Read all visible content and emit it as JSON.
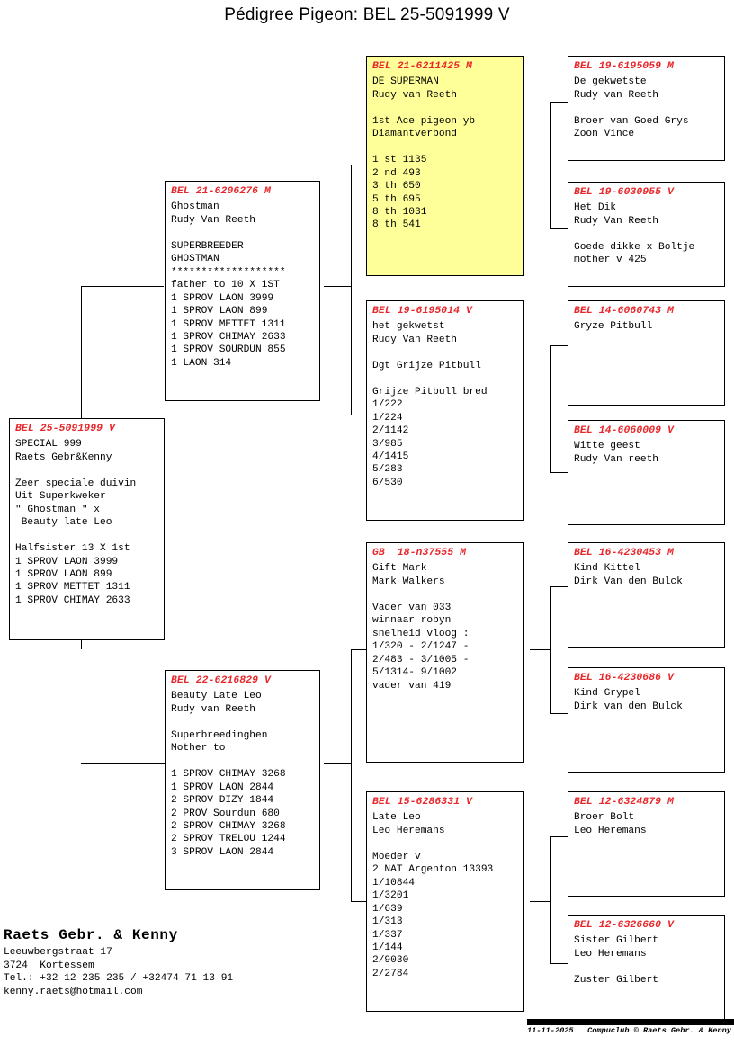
{
  "title": "Pédigree Pigeon: BEL 25-5091999 V",
  "colors": {
    "ring_id": "#e8272b",
    "highlight_box": "#ffff99",
    "box_border": "#000000",
    "shadow": "#000000",
    "page_background": "#ffffff"
  },
  "pedigree": {
    "subject": {
      "ring": "BEL 25-5091999 V",
      "sex": "V",
      "lines": [
        "SPECIAL 999",
        "Raets Gebr&Kenny",
        "",
        "Zeer speciale duivin",
        "Uit Superkweker",
        "\" Ghostman \" x",
        " Beauty late Leo",
        "",
        "Halfsister 13 X 1st",
        "1 SPROV LAON 3999",
        "1 SPROV LAON 899",
        "1 SPROV METTET 1311",
        "1 SPROV CHIMAY 2633"
      ]
    },
    "sire": {
      "ring": "BEL 21-6206276 M",
      "sex": "M",
      "lines": [
        "Ghostman",
        "Rudy Van Reeth",
        "",
        "SUPERBREEDER",
        "GHOSTMAN",
        "*******************",
        "father to 10 X 1ST",
        "1 SPROV LAON 3999",
        "1 SPROV LAON 899",
        "1 SPROV METTET 1311",
        "1 SPROV CHIMAY 2633",
        "1 SPROV SOURDUN 855",
        "1 LAON 314"
      ]
    },
    "dam": {
      "ring": "BEL 22-6216829 V",
      "sex": "V",
      "lines": [
        "Beauty Late Leo",
        "Rudy van Reeth",
        "",
        "Superbreedinghen",
        "Mother to",
        "",
        "1 SPROV CHIMAY 3268",
        "1 SPROV LAON 2844",
        "2 SPROV DIZY 1844",
        "2 PROV Sourdun 680",
        "2 SPROV CHIMAY 3268",
        "2 SPROV TRELOU 1244",
        "3 SPROV LAON 2844"
      ]
    },
    "sire_sire": {
      "ring": "BEL 21-6211425 M",
      "sex": "M",
      "highlight": true,
      "lines": [
        "DE SUPERMAN",
        "Rudy van Reeth",
        "",
        "1st Ace pigeon yb",
        "Diamantverbond",
        "",
        "1 st 1135",
        "2 nd 493",
        "3 th 650",
        "5 th 695",
        "8 th 1031",
        "8 th 541"
      ]
    },
    "sire_dam": {
      "ring": "BEL 19-6195014 V",
      "sex": "V",
      "lines": [
        "het gekwetst",
        "Rudy Van Reeth",
        "",
        "Dgt Grijze Pitbull",
        "",
        "Grijze Pitbull bred",
        "1/222",
        "1/224",
        "2/1142",
        "3/985",
        "4/1415",
        "5/283",
        "6/530"
      ]
    },
    "dam_sire": {
      "ring": "GB  18-n37555 M",
      "sex": "M",
      "lines": [
        "Gift Mark",
        "Mark Walkers",
        "",
        "Vader van 033",
        "winnaar robyn",
        "snelheid vloog :",
        "1/320 - 2/1247 -",
        "2/483 - 3/1005 -",
        "5/1314- 9/1002",
        "vader van 419"
      ]
    },
    "dam_dam": {
      "ring": "BEL 15-6286331 V",
      "sex": "V",
      "lines": [
        "Late Leo",
        "Leo Heremans",
        "",
        "Moeder v",
        "2 NAT Argenton 13393",
        "1/10844",
        "1/3201",
        "1/639",
        "1/313",
        "1/337",
        "1/144",
        "2/9030",
        "2/2784"
      ]
    },
    "gg1": {
      "ring": "BEL 19-6195059 M",
      "sex": "M",
      "lines": [
        "De gekwetste",
        "Rudy van Reeth",
        "",
        "Broer van Goed Grys",
        "Zoon Vince"
      ]
    },
    "gg2": {
      "ring": "BEL 19-6030955 V",
      "sex": "V",
      "lines": [
        "Het Dik",
        "Rudy Van Reeth",
        "",
        "Goede dikke x Boltje",
        "mother v 425"
      ]
    },
    "gg3": {
      "ring": "BEL 14-6060743 M",
      "sex": "M",
      "lines": [
        "Gryze Pitbull"
      ]
    },
    "gg4": {
      "ring": "BEL 14-6060009 V",
      "sex": "V",
      "lines": [
        "Witte geest",
        "Rudy Van reeth"
      ]
    },
    "gg5": {
      "ring": "BEL 16-4230453 M",
      "sex": "M",
      "lines": [
        "Kind Kittel",
        "Dirk Van den Bulck"
      ]
    },
    "gg6": {
      "ring": "BEL 16-4230686 V",
      "sex": "V",
      "lines": [
        "Kind Grypel",
        "Dirk van den Bulck"
      ]
    },
    "gg7": {
      "ring": "BEL 12-6324879 M",
      "sex": "M",
      "lines": [
        "Broer Bolt",
        "Leo Heremans"
      ]
    },
    "gg8": {
      "ring": "BEL 12-6326660 V",
      "sex": "V",
      "lines": [
        "Sister Gilbert",
        "Leo Heremans",
        "",
        "Zuster Gilbert"
      ]
    }
  },
  "footer": {
    "name": "Raets Gebr. & Kenny",
    "street": "Leeuwbergstraat 17",
    "city": "3724  Kortessem",
    "phone": "Tel.: +32 12 235 235 / +32474 71 13 91",
    "email": "kenny.raets@hotmail.com",
    "date": "11-11-2025",
    "credit": "Compuclub © Raets Gebr. & Kenny"
  }
}
